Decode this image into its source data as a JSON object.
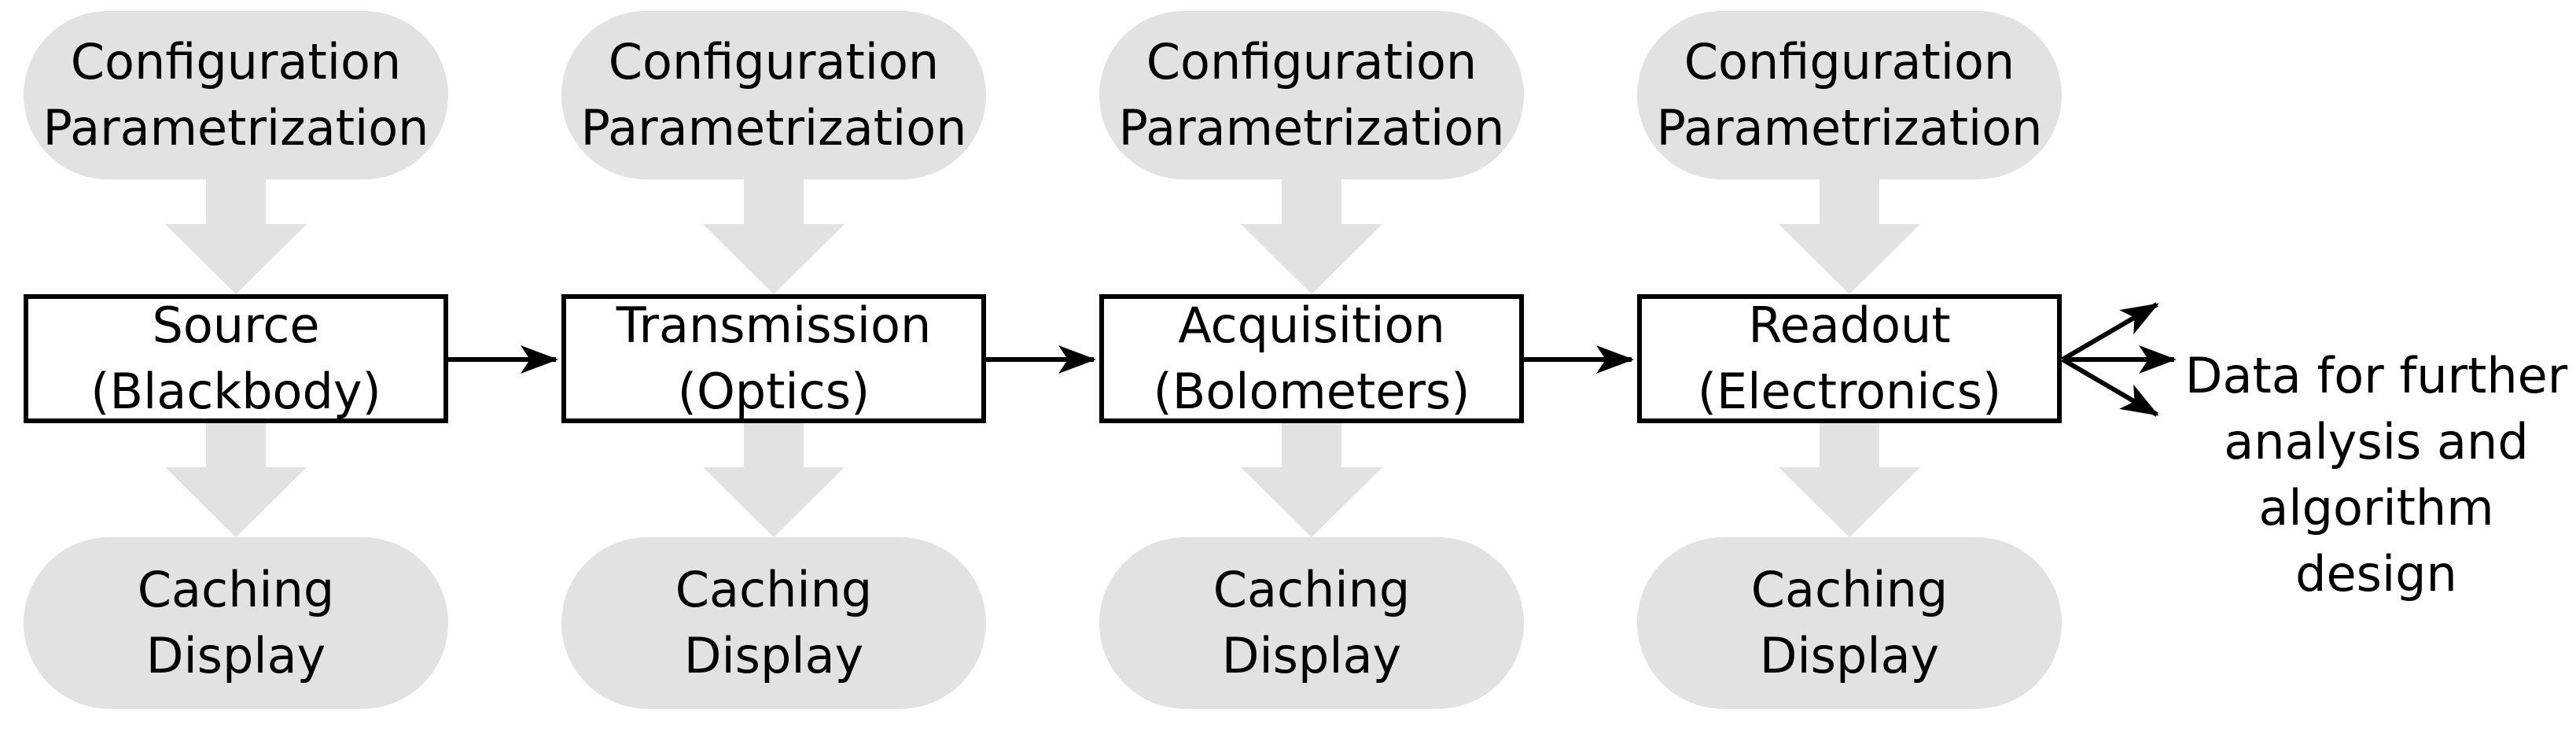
{
  "colors": {
    "background": "#ffffff",
    "node_fill": "#e2e2e2",
    "stroke": "#000000",
    "text": "#000000"
  },
  "stages": [
    {
      "config_label": "Configuration\nParametrization",
      "process_label": "Source\n(Blackbody)",
      "cache_label": "Caching\nDisplay"
    },
    {
      "config_label": "Configuration\nParametrization",
      "process_label": "Transmission\n(Optics)",
      "cache_label": "Caching\nDisplay"
    },
    {
      "config_label": "Configuration\nParametrization",
      "process_label": "Acquisition\n(Bolometers)",
      "cache_label": "Caching\nDisplay"
    },
    {
      "config_label": "Configuration\nParametrization",
      "process_label": "Readout\n(Electronics)",
      "cache_label": "Caching\nDisplay"
    }
  ],
  "output_label": "Data for further\nanalysis and\nalgorithm design"
}
